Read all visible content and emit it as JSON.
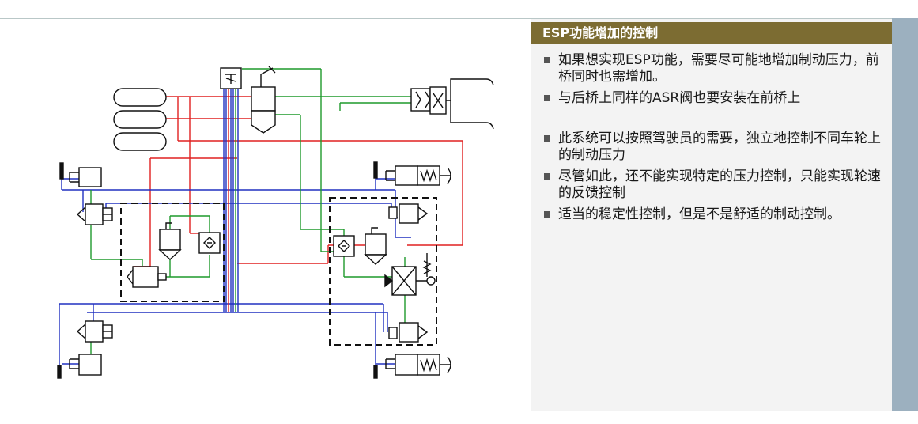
{
  "panel": {
    "title": "ESP功能增加的控制",
    "bullets": [
      "如果想实现ESP功能，需要尽可能地增加制动压力，前桥同时也需增加。",
      "与后桥上同样的ASR阀也要安装在前桥上",
      "此系统可以按照驾驶员的需要，独立地控制不同车轮上的制动压力",
      "尽管如此，还不能实现特定的压力控制，只能实现轮速的反馈控制",
      "适当的稳定性控制，但是不是舒适的制动控制。"
    ]
  },
  "colors": {
    "title_bar": "#7c6c32",
    "right_bar": "#9cb0bf",
    "panel_bg": "#f3f3f3",
    "line_red": "#e02020",
    "line_blue": "#2030c0",
    "line_green": "#1f9a2c"
  }
}
